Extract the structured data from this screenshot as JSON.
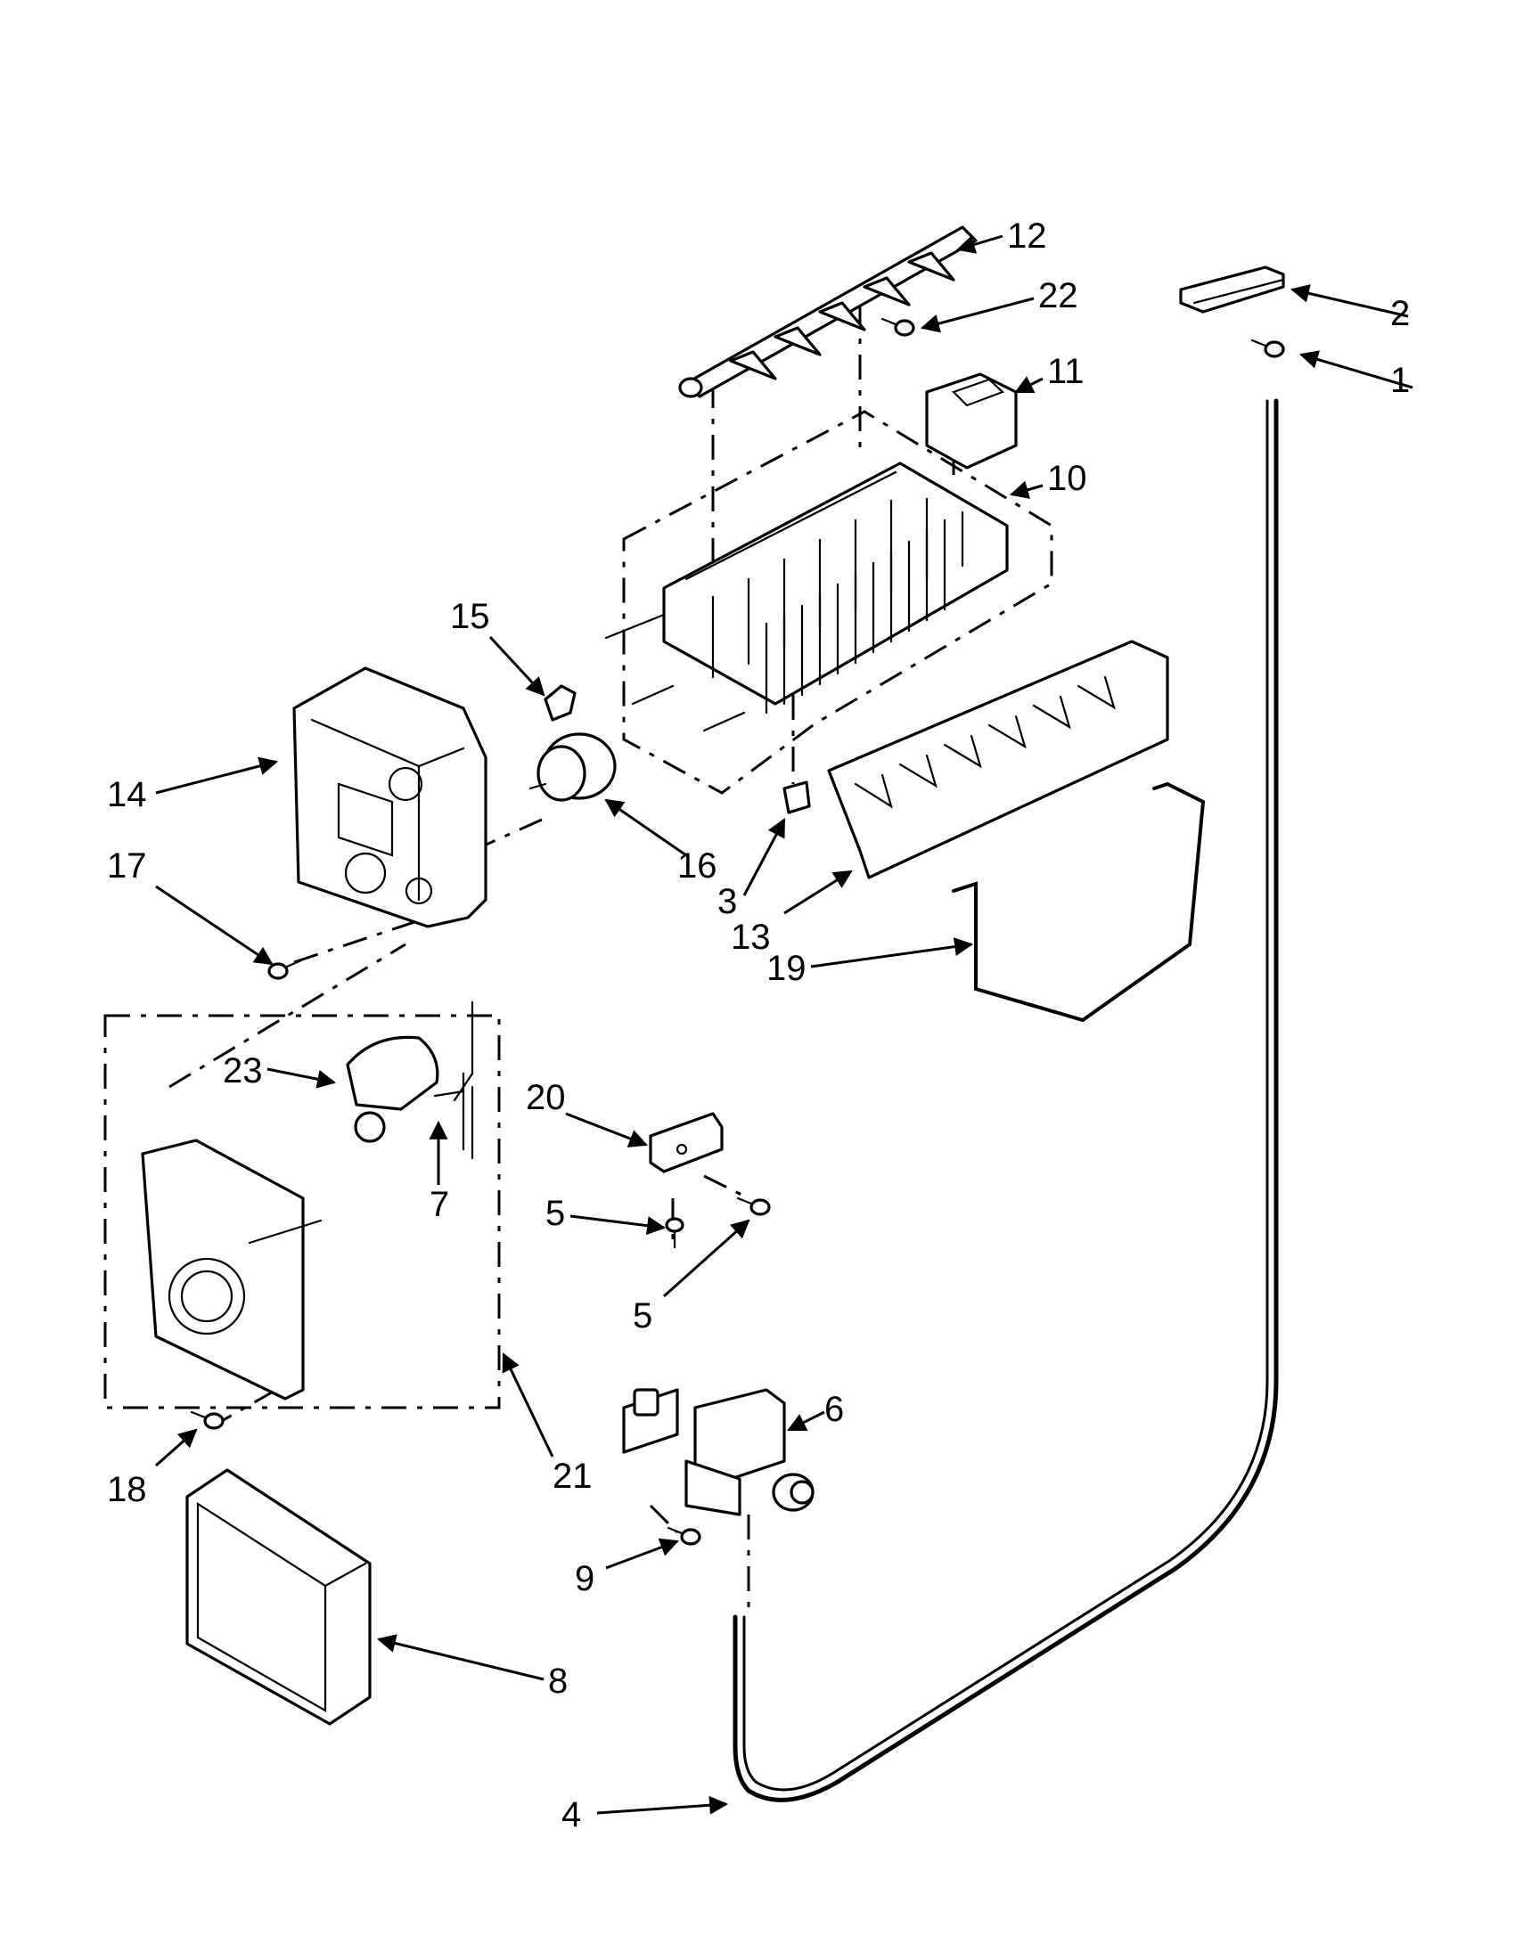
{
  "diagram": {
    "callouts": [
      {
        "id": "c1",
        "label": "1"
      },
      {
        "id": "c2",
        "label": "2"
      },
      {
        "id": "c3",
        "label": "3"
      },
      {
        "id": "c4",
        "label": "4"
      },
      {
        "id": "c5a",
        "label": "5"
      },
      {
        "id": "c5b",
        "label": "5"
      },
      {
        "id": "c6",
        "label": "6"
      },
      {
        "id": "c7",
        "label": "7"
      },
      {
        "id": "c8",
        "label": "8"
      },
      {
        "id": "c9",
        "label": "9"
      },
      {
        "id": "c10",
        "label": "10"
      },
      {
        "id": "c11",
        "label": "11"
      },
      {
        "id": "c12",
        "label": "12"
      },
      {
        "id": "c13",
        "label": "13"
      },
      {
        "id": "c14",
        "label": "14"
      },
      {
        "id": "c15",
        "label": "15"
      },
      {
        "id": "c16",
        "label": "16"
      },
      {
        "id": "c17",
        "label": "17"
      },
      {
        "id": "c18",
        "label": "18"
      },
      {
        "id": "c19",
        "label": "19"
      },
      {
        "id": "c20",
        "label": "20"
      },
      {
        "id": "c21",
        "label": "21"
      },
      {
        "id": "c22",
        "label": "22"
      },
      {
        "id": "c23",
        "label": "23"
      }
    ]
  }
}
